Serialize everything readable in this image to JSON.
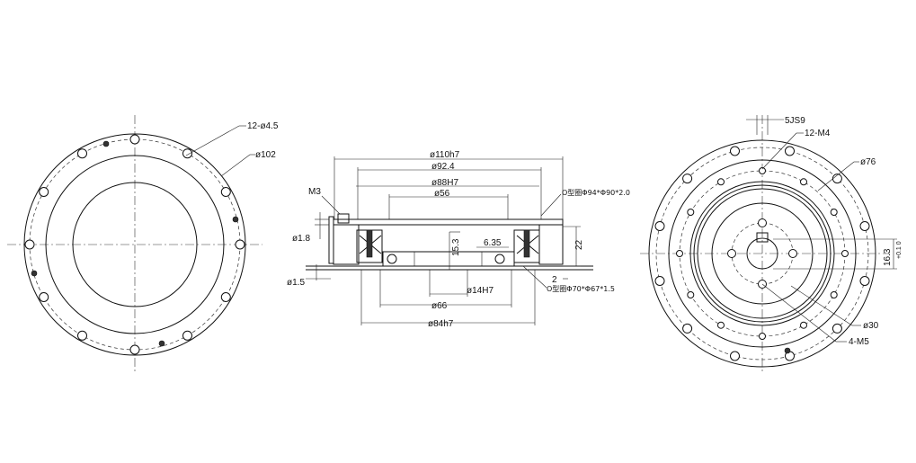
{
  "left_view": {
    "hole_callout": "12-ø4.5",
    "pcd_callout": "ø102"
  },
  "section_view": {
    "top_dims": [
      "ø110h7",
      "ø92.4",
      "ø88H7",
      "ø56"
    ],
    "o_ring_top": "O型圈Φ94*Φ90*2.0",
    "o_ring_bottom": "O型圈Φ70*Φ67*1.5",
    "screw": "M3",
    "thickness_top": "1.8",
    "thickness_bottom": "1.5",
    "inner_height": "15.3",
    "step": "6.35",
    "overall_height": "22",
    "gap": "2",
    "bottom_dims": [
      "ø14H7",
      "ø66",
      "ø84h7"
    ]
  },
  "right_view": {
    "keyway": "5JS9",
    "tapped_holes": "12-M4",
    "pcd_outer": "ø76",
    "key_depth": "16.3",
    "key_tol": "+0.1\n0",
    "pcd_inner": "ø30",
    "center_holes": "4-M5"
  }
}
